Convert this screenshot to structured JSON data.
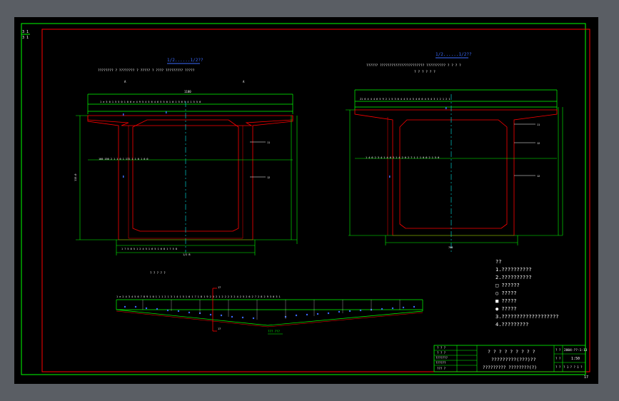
{
  "drawing": {
    "frame_tags": [
      "3 1",
      "3 1"
    ],
    "sheet_number": "17"
  },
  "left_section": {
    "title": "1/2......1/2?? ",
    "subtitle": "???????? ? ???????? ? ????? ? ???? ????????? ?????",
    "overall_width": "1180",
    "left_height": "115.0",
    "bottom_dims": [
      "1/2 B",
      "1/2 B"
    ],
    "caption": "? ? ? ? ?"
  },
  "right_section": {
    "title": "1/2......1/2??",
    "subtitle": "?????? ??????????????????????? ?????????? ? ? ? ?",
    "sub2": "? ? ? ? ? ?",
    "bottom_dim": "700"
  },
  "profile": {
    "label_top": "17",
    "label_bottom": "17",
    "caption": "??? ???"
  },
  "notes": [
    "??",
    "1.??????????",
    "2.??????????",
    "□ ??????",
    "○ ?????",
    "■ ?????",
    "● ?????",
    "3.???????????????????",
    "4.?????????"
  ],
  "title_block": {
    "left_rows": [
      "? ? ?",
      "? ? ?",
      "???????",
      "??????",
      "??? ?"
    ],
    "main_line1": "? ? ? ? ? ? ? ? ?",
    "main_line2": "?????????(???)??",
    "main_line3": "????????? ????????(?)",
    "right_rows": [
      {
        "k": "? ?",
        "v": "2004-??-1-13"
      },
      {
        "k": "? ?",
        "v": "1:50"
      },
      {
        "k": "? ?",
        "v": "? 1 ? ? 1 ?"
      }
    ]
  }
}
